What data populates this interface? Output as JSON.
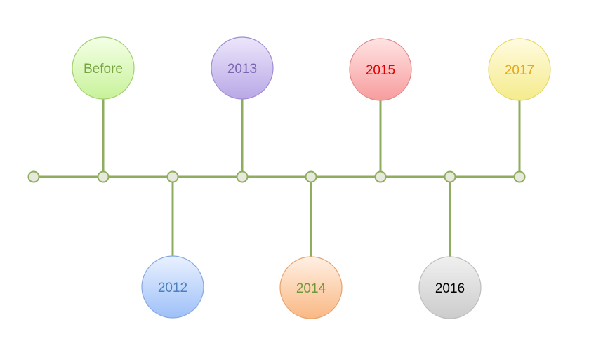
{
  "timeline": {
    "line_color": "#8fad5f",
    "node_fill": "#e6e9dc",
    "milestones": [
      {
        "label": "Before",
        "position": "above",
        "text_color": "#77a341",
        "fill_top": "#f4ffe6",
        "fill_bottom": "#c8f29a",
        "stroke": "#a3cf73"
      },
      {
        "label": "2012",
        "position": "below",
        "text_color": "#4a7fc1",
        "fill_top": "#e9f1ff",
        "fill_bottom": "#9ec0f8",
        "stroke": "#86a9e0"
      },
      {
        "label": "2013",
        "position": "above",
        "text_color": "#7a64b0",
        "fill_top": "#ece6fb",
        "fill_bottom": "#b9a8e6",
        "stroke": "#9f8dd1"
      },
      {
        "label": "2014",
        "position": "below",
        "text_color": "#6f9a38",
        "fill_top": "#fff0e3",
        "fill_bottom": "#f9b884",
        "stroke": "#e8a36c"
      },
      {
        "label": "2015",
        "position": "above",
        "text_color": "#e00000",
        "fill_top": "#ffe3e3",
        "fill_bottom": "#f79d9d",
        "stroke": "#e08a8a"
      },
      {
        "label": "2016",
        "position": "below",
        "text_color": "#000000",
        "fill_top": "#f0f0f0",
        "fill_bottom": "#cccccc",
        "stroke": "#bdbdbd"
      },
      {
        "label": "2017",
        "position": "above",
        "text_color": "#e3a81f",
        "fill_top": "#fffbe0",
        "fill_bottom": "#f5eb8c",
        "stroke": "#e5d86a"
      }
    ]
  }
}
